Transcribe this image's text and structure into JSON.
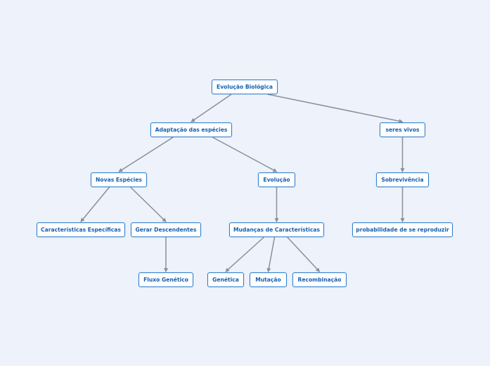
{
  "colors": {
    "background": "#eef2fb",
    "node_border": "#2d7fd0",
    "node_text": "#1560b0",
    "connector": "#8a8f99"
  },
  "nodes": [
    {
      "id": "evolucao-biologica",
      "label": "Evolução Biológica"
    },
    {
      "id": "adaptacao",
      "label": "Adaptação das espécies"
    },
    {
      "id": "seres-vivos",
      "label": "seres vivos"
    },
    {
      "id": "novas-especies",
      "label": "Novas Espécies"
    },
    {
      "id": "evolucao",
      "label": "Evolução"
    },
    {
      "id": "sobrevivencia",
      "label": "Sobrevivência"
    },
    {
      "id": "caracteristicas-especificas",
      "label": "Características Específicas"
    },
    {
      "id": "gerar-descendentes",
      "label": "Gerar Descendentes"
    },
    {
      "id": "mudancas",
      "label": "Mudanças de Características"
    },
    {
      "id": "probabilidade",
      "label": "probabilidade de se reproduzir"
    },
    {
      "id": "fluxo-genetico",
      "label": "Fluxo Genético"
    },
    {
      "id": "genetica",
      "label": "Genética"
    },
    {
      "id": "mutacao",
      "label": "Mutação"
    },
    {
      "id": "recombinacao",
      "label": "Recombinação"
    }
  ],
  "edges": [
    [
      "evolucao-biologica",
      "adaptacao"
    ],
    [
      "evolucao-biologica",
      "seres-vivos"
    ],
    [
      "adaptacao",
      "novas-especies"
    ],
    [
      "adaptacao",
      "evolucao"
    ],
    [
      "seres-vivos",
      "sobrevivencia"
    ],
    [
      "novas-especies",
      "caracteristicas-especificas"
    ],
    [
      "novas-especies",
      "gerar-descendentes"
    ],
    [
      "evolucao",
      "mudancas"
    ],
    [
      "sobrevivencia",
      "probabilidade"
    ],
    [
      "gerar-descendentes",
      "fluxo-genetico"
    ],
    [
      "mudancas",
      "genetica"
    ],
    [
      "mudancas",
      "mutacao"
    ],
    [
      "mudancas",
      "recombinacao"
    ]
  ]
}
